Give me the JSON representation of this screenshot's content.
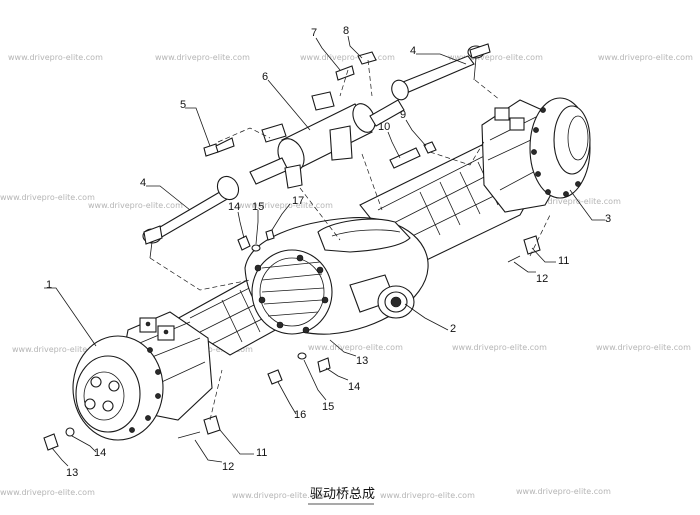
{
  "title": "驱动桥总成",
  "watermark": "www.drivepro-elite.com",
  "callouts": {
    "c1": "1",
    "c2": "2",
    "c3": "3",
    "c4a": "4",
    "c4b": "4",
    "c5": "5",
    "c6": "6",
    "c7": "7",
    "c8": "8",
    "c9": "9",
    "c10": "10",
    "c11a": "11",
    "c11b": "11",
    "c12a": "12",
    "c12b": "12",
    "c13a": "13",
    "c13b": "13",
    "c14a": "14",
    "c14b": "14",
    "c14c": "14",
    "c15a": "15",
    "c15b": "15",
    "c16": "16",
    "c17": "17"
  }
}
